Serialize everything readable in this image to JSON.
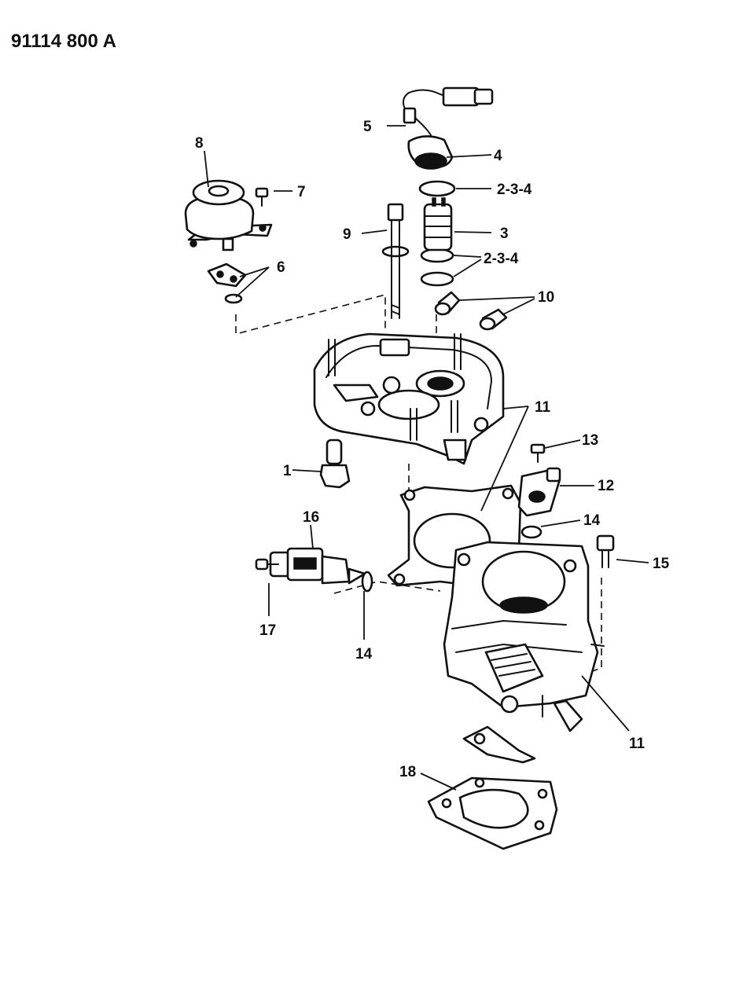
{
  "document_id": "91114 800 A",
  "callouts": {
    "c1": "1",
    "c234a": "2-3-4",
    "c3": "3",
    "c234b": "2-3-4",
    "c4": "4",
    "c5": "5",
    "c6": "6",
    "c7": "7",
    "c8": "8",
    "c9": "9",
    "c10": "10",
    "c11a": "11",
    "c11b": "11",
    "c12": "12",
    "c13": "13",
    "c14a": "14",
    "c14b": "14",
    "c15": "15",
    "c16": "16",
    "c17": "17",
    "c18": "18"
  },
  "colors": {
    "ink": "#111111",
    "paper": "#ffffff"
  }
}
